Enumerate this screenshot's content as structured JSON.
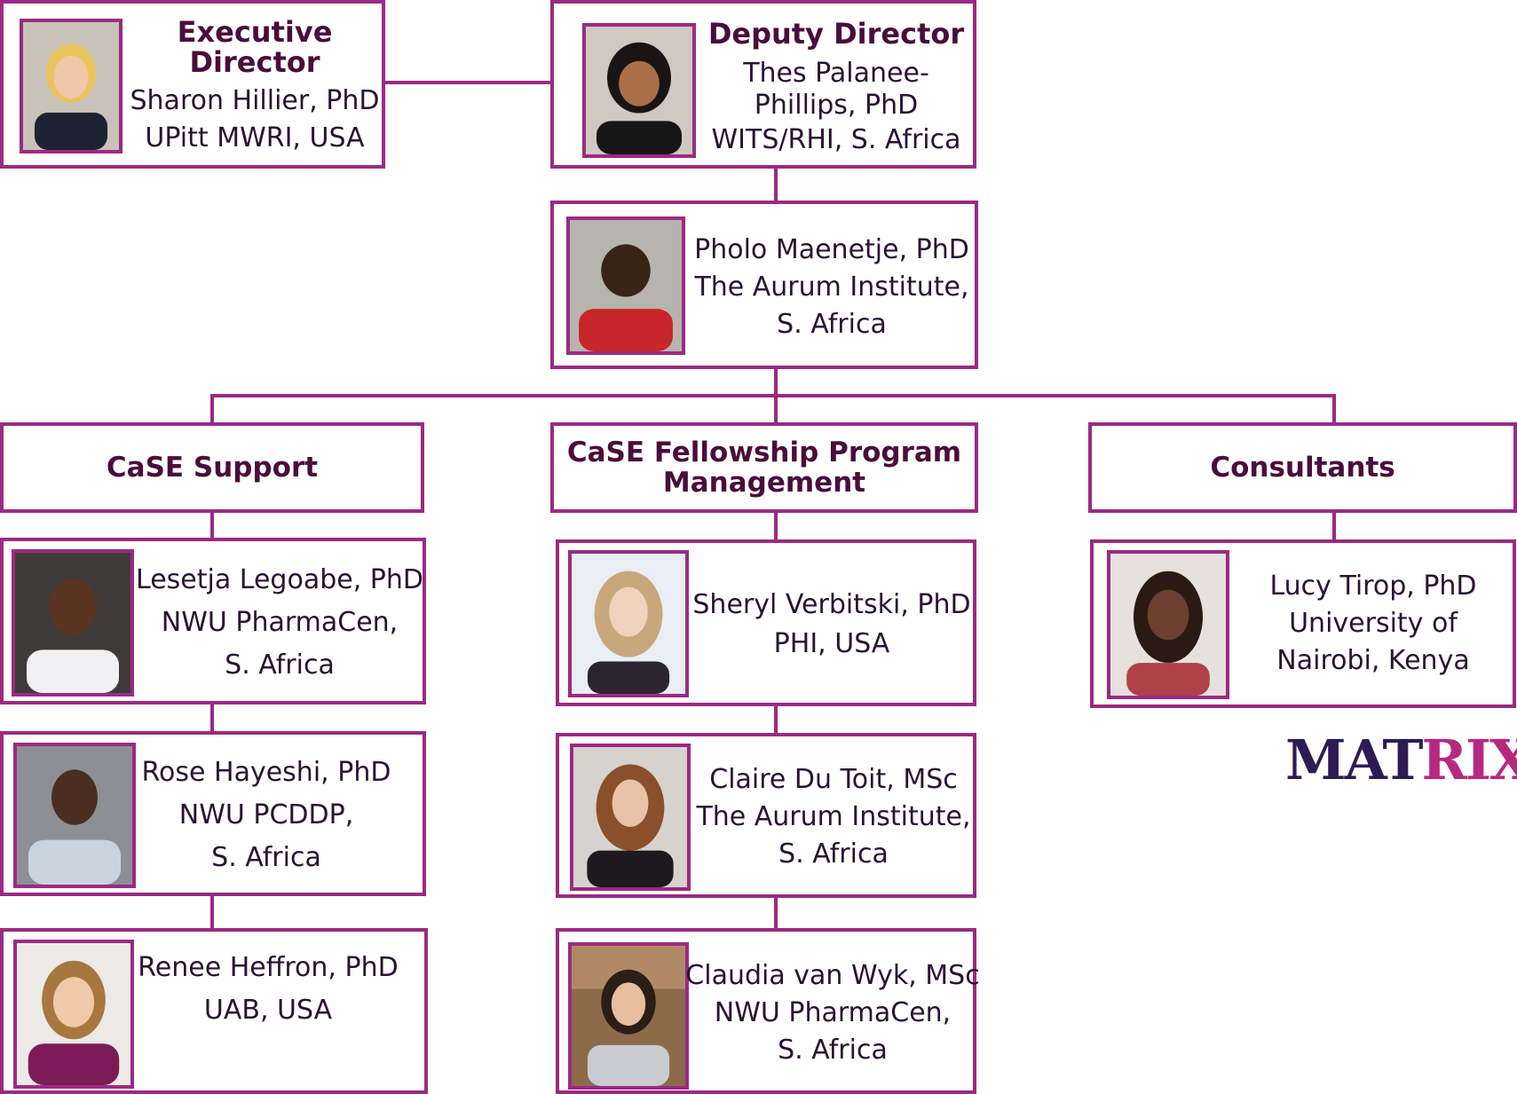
{
  "executive": {
    "title": "Executive Director",
    "name": "Sharon Hillier, PhD",
    "org": "UPitt MWRI, USA"
  },
  "deputy": {
    "title": "Deputy Director",
    "name": "Thes Palanee-Phillips, PhD",
    "name_line1": "Thes Palanee-",
    "name_line2": "Phillips, PhD",
    "org": "WITS/RHI, S. Africa"
  },
  "lead": {
    "name": "Pholo Maenetje, PhD",
    "org_line1": "The Aurum Institute,",
    "org_line2": "S. Africa"
  },
  "columns": {
    "support": {
      "title": "CaSE Support",
      "members": [
        {
          "name": "Lesetja Legoabe, PhD",
          "org_line1": "NWU PharmaCen,",
          "org_line2": "S. Africa"
        },
        {
          "name": "Rose Hayeshi, PhD",
          "org_line1": "NWU PCDDP,",
          "org_line2": "S. Africa"
        },
        {
          "name": "Renee Heffron, PhD",
          "org_line1": "UAB, USA",
          "org_line2": ""
        }
      ]
    },
    "fellowship": {
      "title": "CaSE Fellowship Program Management",
      "title_line1": "CaSE Fellowship Program",
      "title_line2": "Management",
      "members": [
        {
          "name": "Sheryl Verbitski, PhD",
          "org_line1": "PHI, USA",
          "org_line2": ""
        },
        {
          "name": "Claire Du Toit, MSc",
          "org_line1": "The Aurum Institute,",
          "org_line2": "S. Africa"
        },
        {
          "name": "Claudia van Wyk, MSc",
          "org_line1": "NWU PharmaCen,",
          "org_line2": "S. Africa"
        }
      ]
    },
    "consultants": {
      "title": "Consultants",
      "members": [
        {
          "name": "Lucy Tirop, PhD",
          "org_line1": "University of",
          "org_line2": "Nairobi, Kenya"
        }
      ]
    }
  },
  "logo": {
    "part1": "MAT",
    "part2": "RIX"
  },
  "colors": {
    "border": "#9b2a83",
    "title": "#4a0d3c",
    "logo_dark": "#2d1b54",
    "logo_accent": "#b9287f"
  }
}
